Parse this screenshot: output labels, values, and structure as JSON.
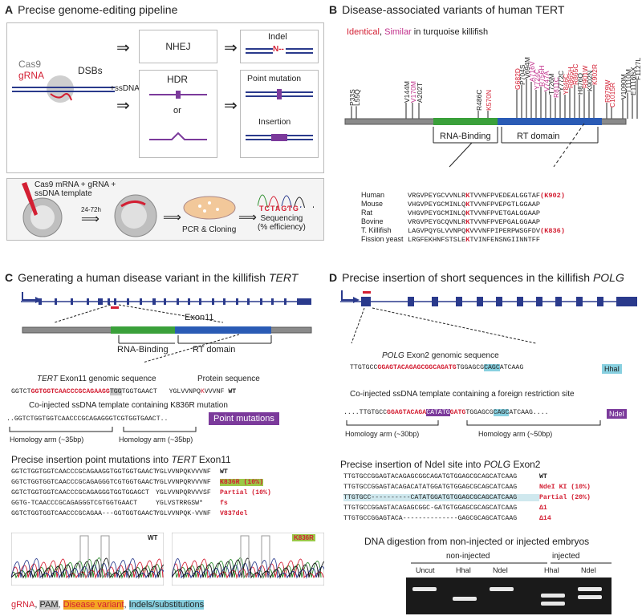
{
  "panelA": {
    "letter": "A",
    "title": "Precise genome-editing pipeline",
    "cas9": "Cas9",
    "grna": "gRNA",
    "dsbs": "DSBs",
    "ssdna": "+ssDNA",
    "nhej": "NHEJ",
    "hdr": "HDR",
    "or": "or",
    "indel": "Indel",
    "indel_mark": "N--",
    "point_mutation": "Point mutation",
    "insertion": "Insertion",
    "inject_text": "Cas9 mRNA + gRNA +\nssDNA template",
    "time": "24-72h",
    "pcr": "PCR & Cloning",
    "seq_letters": "TCTAGTG",
    "sequencing": "Sequencing\n(% efficiency)"
  },
  "panelB": {
    "letter": "B",
    "title": "Disease-associated variants of human TERT",
    "identical": "Identical",
    "similar": "Similar",
    "in_text": " in  turquoise killifish",
    "variants": [
      {
        "label": "P33S",
        "color": "#222"
      },
      {
        "label": "L55Q",
        "color": "#222"
      },
      {
        "label": "V144M",
        "color": "#222"
      },
      {
        "label": "V170M",
        "color": "#c0308b"
      },
      {
        "label": "A202T",
        "color": "#222"
      },
      {
        "label": "R486C",
        "color": "#222"
      },
      {
        "label": "K570N",
        "color": "#d31f33"
      },
      {
        "label": "G682D",
        "color": "#d31f33"
      },
      {
        "label": "P704S",
        "color": "#222"
      },
      {
        "label": "V694M",
        "color": "#222"
      },
      {
        "label": "A716V",
        "color": "#c0308b"
      },
      {
        "label": "Y724C",
        "color": "#c0308b"
      },
      {
        "label": "R756H",
        "color": "#c0308b"
      },
      {
        "label": "V747A",
        "color": "#c0308b"
      },
      {
        "label": "T726M",
        "color": "#222"
      },
      {
        "label": "R811C",
        "color": "#c0308b"
      },
      {
        "label": "Y772C",
        "color": "#222"
      },
      {
        "label": "Y846C",
        "color": "#d31f33"
      },
      {
        "label": "R865H",
        "color": "#d31f33"
      },
      {
        "label": "R865C",
        "color": "#d31f33"
      },
      {
        "label": "H876Q",
        "color": "#222"
      },
      {
        "label": "R901W",
        "color": "#d31f33"
      },
      {
        "label": "K902N",
        "color": "#222"
      },
      {
        "label": "K902R",
        "color": "#d31f33"
      },
      {
        "label": "R979W",
        "color": "#d31f33"
      },
      {
        "label": "C1015R",
        "color": "#d31f33"
      },
      {
        "label": "V1090M",
        "color": "#222"
      },
      {
        "label": "T1110M",
        "color": "#222"
      },
      {
        "label": "E1116fsX",
        "color": "#222"
      },
      {
        "label": "F1127L",
        "color": "#222"
      }
    ],
    "rna_binding": "RNA-Binding",
    "rt_domain": "RT domain",
    "alignment": [
      {
        "species": "Human",
        "pre": "VRGVPEYGCVVNLR",
        "k": "K",
        "post": "TVVNFPVEDEALGGTAF",
        "note": "(K902)"
      },
      {
        "species": "Mouse",
        "pre": "VHGVPEYGCMINLQ",
        "k": "K",
        "post": "TVVNFPVEPGTLGGAAP",
        "note": ""
      },
      {
        "species": "Rat",
        "pre": "VHGVPEYGCMINLQ",
        "k": "K",
        "post": "TVVNFPVETGALGGAAP",
        "note": ""
      },
      {
        "species": "Bovine",
        "pre": "VRGVPEYGCQVNLR",
        "k": "K",
        "post": "TVVNFPVEPGALGGAAP",
        "note": ""
      },
      {
        "species": "T. Killifish",
        "pre": "LAGVPQYGLVVNPQ",
        "k": "K",
        "post": "VVVNFPIPERPWSGFDV",
        "note": "(K836)"
      },
      {
        "species": "Fission yeast",
        "pre": "LRGFEKHNFSTSLE",
        "k": "K",
        "post": "TVINFENSNGIINNTFF",
        "note": ""
      }
    ]
  },
  "panelC": {
    "letter": "C",
    "title": "Generating a human disease variant in the killifish ",
    "title_gene": "TERT",
    "exon": "Exon11",
    "rna_binding": "RNA-Binding",
    "rt_domain": "RT domain",
    "genomic_label_gene": "TERT",
    "genomic_label": " Exon11 genomic sequence",
    "protein_label": "Protein sequence",
    "wt_seq_pre": "GGTCT",
    "wt_seq_red": "GGTGGTCAACCCGCAGAAGG",
    "wt_seq_pam": "TGG",
    "wt_seq_post": "TGGTGAACT",
    "wt_prot_pre": "YGLVVNPQ",
    "wt_prot_k": "K",
    "wt_prot_post": "VVVNF",
    "wt": "WT",
    "coinjected": "Co-injected  ssDNA template containing K836R mutation",
    "template_seq": "..GGTCTGGTGGTCAACCCGCAGAGGGTCGTGGTGAACT..",
    "point_mutations": "Point mutations",
    "homology_left": "Homology arm (~35bp)",
    "homology_right": "Homology arm (~35bp)",
    "results_title_pre": "Precise insertion point mutations into ",
    "results_title_gene": "TERT",
    "results_title_post": " Exon11",
    "results": [
      {
        "seq": "GGTCTGGTGGTCAACCCGCAGAAGGTGGTGGTGAACT",
        "prot": "YGLVVNPQKVVVNF",
        "label": "WT"
      },
      {
        "seq": "GGTCTGGTGGTCAACCCGCAGAGGGTCGTGGTGAACT",
        "prot": "YGLVVNPQRVVVNF",
        "label": "K836R (10%)"
      },
      {
        "seq": "GGTCTGGTGGTCAACCCGCAGAGGGTGGTGGAGCT",
        "prot": "YGLVVNPQRVVVSF",
        "label": "Partial (10%)"
      },
      {
        "seq": "GGTG-TCAACCCGCAGAGGGTCGTGGTGAACT",
        "prot": "YGLVSTRRGSW*",
        "label": "fs"
      },
      {
        "seq": "GGTCTGGTGGTCAACCCGCAGAA---GGTGGTGAACT",
        "prot": "YGLVVNPQK-VVNF",
        "label": "V837del"
      }
    ],
    "chrom_wt": "WT",
    "chrom_mut": "K836R",
    "legend_grna": "gRNA",
    "legend_pam": "PAM",
    "legend_disease": "Disease variant",
    "legend_indel": "Indels/substitutions"
  },
  "panelD": {
    "letter": "D",
    "title": "Precise insertion of short sequences in the killifish ",
    "title_gene": "POLG",
    "genomic_label_gene": "POLG",
    "genomic_label": " Exon2 genomic sequence",
    "wt_seq_pre": "TTGTGCC",
    "wt_seq_red": "GGAGTACAGAGCGGCAGATG",
    "wt_seq_post1": "TGGAGCG",
    "wt_seq_blue": "CAGC",
    "wt_seq_post2": "ATCAAG",
    "hhai": "HhaI",
    "coinjected": "Co-injected  ssDNA template containing a foreign restriction site",
    "template_pre": "....TTGTGCC",
    "template_red": "GGAGTACAGA",
    "template_ins": "CATATG",
    "template_red2": "GATG",
    "template_post": "TGGAGCG",
    "template_blue": "CAGC",
    "template_end": "ATCAAG....",
    "ndei": "NdeI",
    "homology_left": "Homology arm (~30bp)",
    "homology_right": "Homology arm (~50bp)",
    "results_title_pre": "Precise insertion of NdeI site into ",
    "results_title_gene": "POLG",
    "results_title_post": " Exon2",
    "results": [
      {
        "seq": "TTGTGCCGGAGTACAGAGCGGCAGATGTGGAGCGCAGCATCAAG",
        "label": "WT"
      },
      {
        "seq": "TTGTGCCGGAGTACAGACATATGGATGTGGAGCGCAGCATCAAG",
        "label": "NdeI KI (10%)"
      },
      {
        "seq": "TTGTGCC----------CATATGGATGTGGAGCGCAGCATCAAG",
        "label": "Partial (20%)"
      },
      {
        "seq": "TTGTGCCGGAGTACAGAGCGGC-GATGTGGAGCGCAGCATCAAG",
        "label": "Δ1"
      },
      {
        "seq": "TTGTGCCGGAGTACA--------------GAGCGCAGCATCAAG",
        "label": "Δ14"
      }
    ],
    "gel_title": "DNA digestion from non-injected or injected embryos",
    "non_injected": "non-injected",
    "injected": "injected",
    "lanes": [
      "Uncut",
      "HhaI",
      "NdeI",
      "HhaI",
      "NdeI"
    ]
  }
}
